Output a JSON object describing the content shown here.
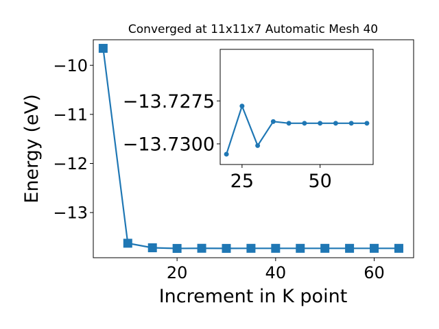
{
  "chart_data": {
    "type": "line",
    "title": "Converged at 11x11x7 Automatic Mesh 40",
    "xlabel": "Increment in K point",
    "ylabel": "Energy (eV)",
    "color": "#1f77b4",
    "xlim": [
      3.0,
      68.0
    ],
    "ylim": [
      -13.92,
      -9.48
    ],
    "xticks": [
      20,
      40,
      60
    ],
    "xtick_labels": [
      "20",
      "40",
      "60"
    ],
    "yticks": [
      -10,
      -11,
      -12,
      -13
    ],
    "ytick_labels": [
      "−10",
      "−11",
      "−12",
      "−13"
    ],
    "series": [
      {
        "marker": "square",
        "x": [
          5,
          10,
          15,
          20,
          25,
          30,
          35,
          40,
          45,
          50,
          55,
          60,
          65
        ],
        "y": [
          -9.655,
          -13.625,
          -13.7176,
          -13.7306,
          -13.7278,
          -13.7301,
          -13.7287,
          -13.7288,
          -13.7288,
          -13.7288,
          -13.7288,
          -13.7288,
          -13.7288
        ]
      }
    ],
    "inset": {
      "xlim": [
        18.0,
        67.0
      ],
      "ylim": [
        -13.7312,
        -13.7245
      ],
      "xticks": [
        25,
        50
      ],
      "xtick_labels": [
        "25",
        "50"
      ],
      "yticks": [
        -13.73,
        -13.7275
      ],
      "ytick_labels": [
        "−13.7300",
        "−13.7275"
      ],
      "series": [
        {
          "marker": "circle",
          "x": [
            20,
            25,
            30,
            35,
            40,
            45,
            50,
            55,
            60,
            65
          ],
          "y": [
            -13.7306,
            -13.7278,
            -13.7301,
            -13.7287,
            -13.7288,
            -13.7288,
            -13.7288,
            -13.7288,
            -13.7288,
            -13.7288
          ]
        }
      ]
    }
  }
}
